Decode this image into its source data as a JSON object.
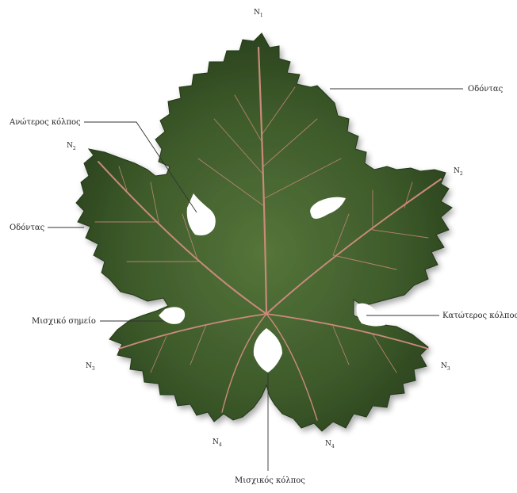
{
  "diagram": {
    "veins": {
      "top": {
        "letter": "N",
        "sub": "1"
      },
      "upper_left": {
        "letter": "N",
        "sub": "2"
      },
      "upper_right": {
        "letter": "N",
        "sub": "2"
      },
      "lower_left": {
        "letter": "N",
        "sub": "3"
      },
      "lower_right": {
        "letter": "N",
        "sub": "3"
      },
      "bottom_left": {
        "letter": "N",
        "sub": "4"
      },
      "bottom_right": {
        "letter": "N",
        "sub": "4"
      }
    },
    "labels": {
      "teeth_right": "Οδόντας",
      "upper_sinus": "Ανώτερος κόλπος",
      "teeth_left": "Οδόντας",
      "lower_sinus": "Κατώτερος κόλπος",
      "petiole_point": "Μισχικό σημείο",
      "petiole_sinus": "Μισχικός κόλπος"
    },
    "colors": {
      "leaf_dark": "#2f4a22",
      "leaf_mid": "#4a6a33",
      "leaf_light": "#6b8a45",
      "vein": "#c98a7a"
    }
  }
}
